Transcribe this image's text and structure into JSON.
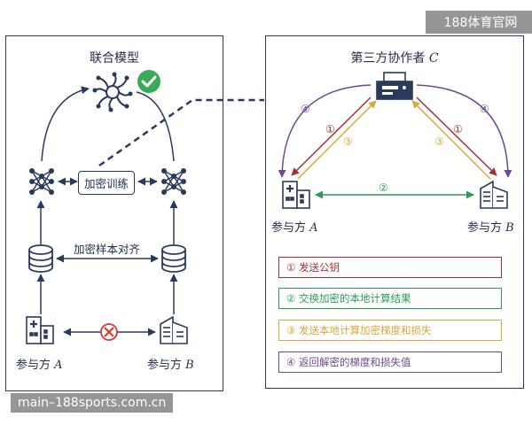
{
  "watermark_top": "188体育官网",
  "watermark_bottom": "main–188sports.com.cn",
  "left": {
    "title": "联合模型",
    "train_box": "加密训练",
    "align_label": "加密样本对齐",
    "participant_a": "参与方",
    "participant_a_var": "A",
    "participant_b": "参与方",
    "participant_b_var": "B"
  },
  "right": {
    "title": "第三方协作者",
    "title_var": "C",
    "participant_a": "参与方",
    "participant_a_var": "A",
    "participant_b": "参与方",
    "participant_b_var": "B",
    "step_labels": {
      "one": "①",
      "two": "②",
      "three": "③",
      "four": "④"
    }
  },
  "legend": [
    {
      "text": "① 发送公钥",
      "color": "#a33333"
    },
    {
      "text": "② 交换加密的本地计算结果",
      "color": "#2e9a5a"
    },
    {
      "text": "③ 发送本地计算加密梯度和损失",
      "color": "#d8a73a"
    },
    {
      "text": "④ 返回解密的梯度和损失值",
      "color": "#6b4b8a"
    }
  ],
  "colors": {
    "dark": "#2a3a5c",
    "step1": "#a33333",
    "step2": "#2e9a5a",
    "step3": "#d8a73a",
    "step4": "#6b4b8a",
    "check": "#3aaa5a",
    "cross": "#d33a3a"
  }
}
